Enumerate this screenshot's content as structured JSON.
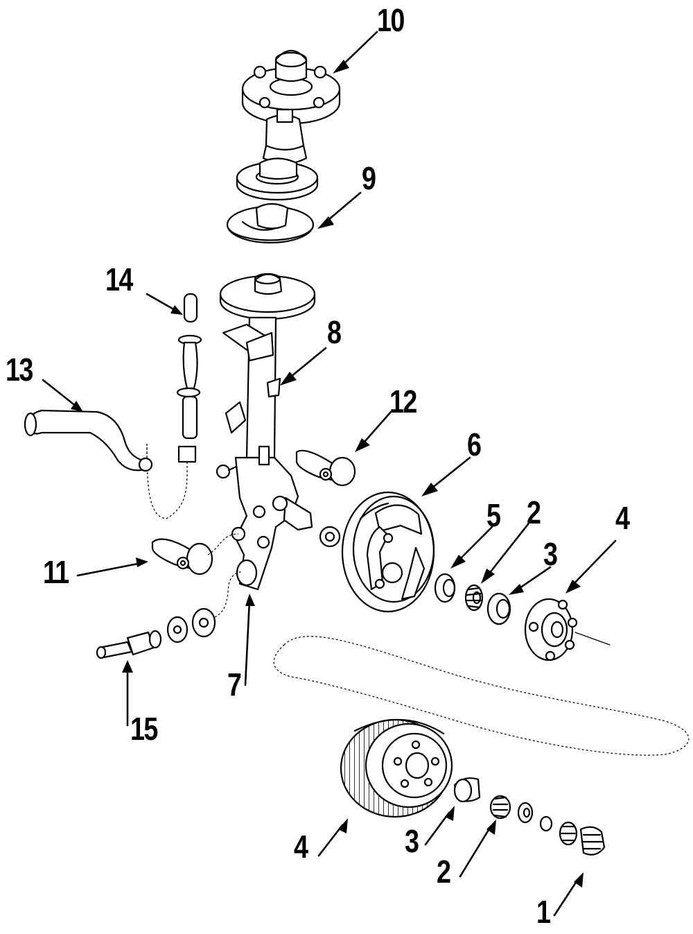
{
  "diagram": {
    "type": "exploded-parts-diagram",
    "callouts": {
      "c10": "10",
      "c9": "9",
      "c14": "14",
      "c8": "8",
      "c13": "13",
      "c12": "12",
      "c6": "6",
      "c5": "5",
      "c2_top": "2",
      "c4_top": "4",
      "c3_top": "3",
      "c11": "11",
      "c7": "7",
      "c15": "15",
      "c4_bottom": "4",
      "c3_bottom": "3",
      "c2_bottom": "2",
      "c1": "1"
    }
  }
}
